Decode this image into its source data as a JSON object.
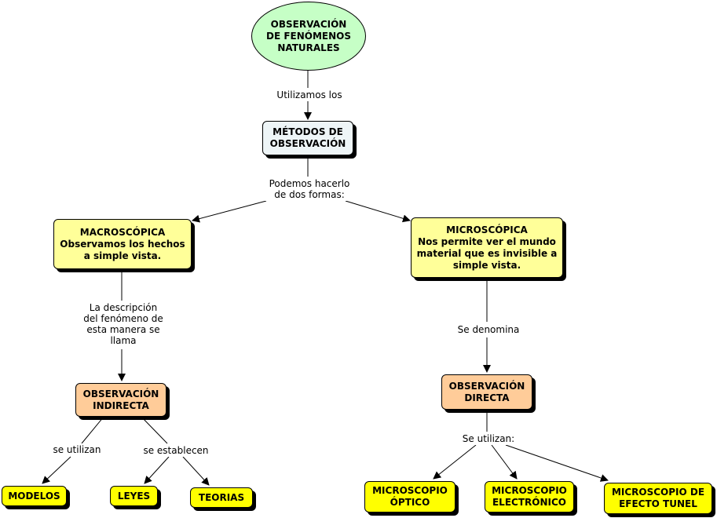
{
  "colors": {
    "root": "#c6ffc6",
    "methods": "#eef5f7",
    "type": "#ffff99",
    "observation": "#ffcc99",
    "leaf": "#ffff00",
    "line": "#000000"
  },
  "nodes": {
    "root": "OBSERVACIÓN\nDE FENÓMENOS\nNATURALES",
    "metodos": "MÉTODOS DE\nOBSERVACIÓN",
    "macro": "MACROSCÓPICA\nObservamos los hechos\na simple vista.",
    "micro": "MICROSCÓPICA\nNos permite ver el mundo\nmaterial que es invisible a\nsimple vista.",
    "indirecta": "OBSERVACIÓN\nINDIRECTA",
    "directa": "OBSERVACIÓN\nDIRECTA",
    "modelos": "MODELOS",
    "leyes": "LEYES",
    "teorias": "TEORIAS",
    "optico": "MICROSCOPIO\nÓPTICO",
    "electronico": "MICROSCOPIO\nELECTRÓNICO",
    "tunel": "MICROSCOPIO DE\nEFECTO TUNEL"
  },
  "connectors": {
    "utilizamos": "Utilizamos los",
    "podemos": "Podemos hacerlo\nde dos formas:",
    "descripcion": "La descripción\ndel fenómeno de\nesta manera se\nllama",
    "denomina": "Se denomina",
    "se_utilizan_lower": "se utilizan",
    "se_establecen": "se establecen",
    "se_utilizan": "Se utilizan:"
  }
}
